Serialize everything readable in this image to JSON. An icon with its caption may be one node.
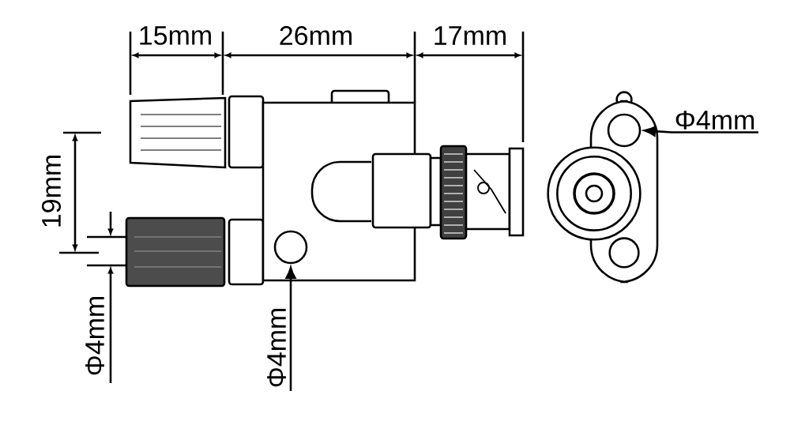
{
  "diagram": {
    "nodes": [
      {
        "text": [
          "Φ4mm"
        ]
      },
      {
        "text": [],
        "shape": "circle"
      },
      {
        "text": [
          "Φ4mm"
        ]
      },
      {
        "text": [],
        "shape": "circle"
      }
    ],
    "edges": [
      {
        "from": 0,
        "to": 1,
        "arrow": "to"
      },
      {
        "from": 2,
        "to": 3,
        "arrow": "to"
      }
    ],
    "labels": [
      "15mm",
      "26mm",
      "17mm",
      "19mm",
      "Φ4mm"
    ]
  }
}
